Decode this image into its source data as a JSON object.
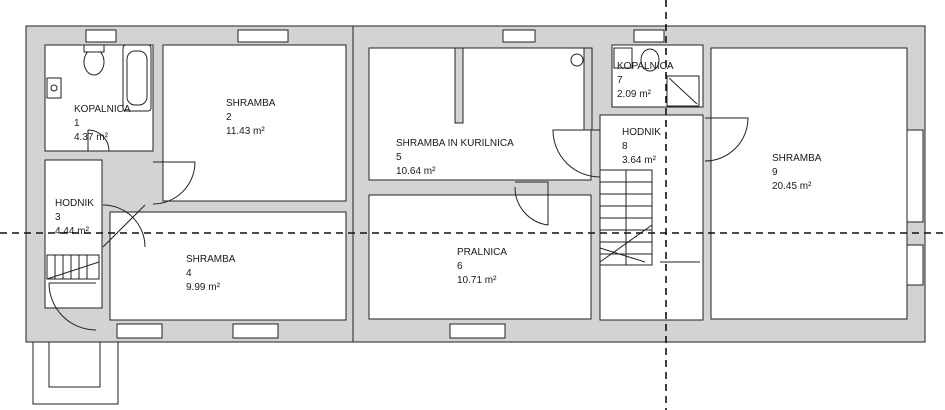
{
  "rooms": [
    {
      "name": "KOPALNICA",
      "number": "1",
      "area": "4.37 m²"
    },
    {
      "name": "SHRAMBA",
      "number": "2",
      "area": "11.43 m²"
    },
    {
      "name": "HODNIK",
      "number": "3",
      "area": "4.44 m²"
    },
    {
      "name": "SHRAMBA",
      "number": "4",
      "area": "9.99 m²"
    },
    {
      "name": "SHRAMBA IN KURILNICA",
      "number": "5",
      "area": "10.64 m²"
    },
    {
      "name": "PRALNICA",
      "number": "6",
      "area": "10.71 m²"
    },
    {
      "name": "KOPALNICA",
      "number": "7",
      "area": "2.09 m²"
    },
    {
      "name": "HODNIK",
      "number": "8",
      "area": "3.64 m²"
    },
    {
      "name": "SHRAMBA",
      "number": "9",
      "area": "20.45 m²"
    }
  ],
  "colors": {
    "wall": "#d3d3d3",
    "line": "#222222",
    "background": "#ffffff"
  }
}
